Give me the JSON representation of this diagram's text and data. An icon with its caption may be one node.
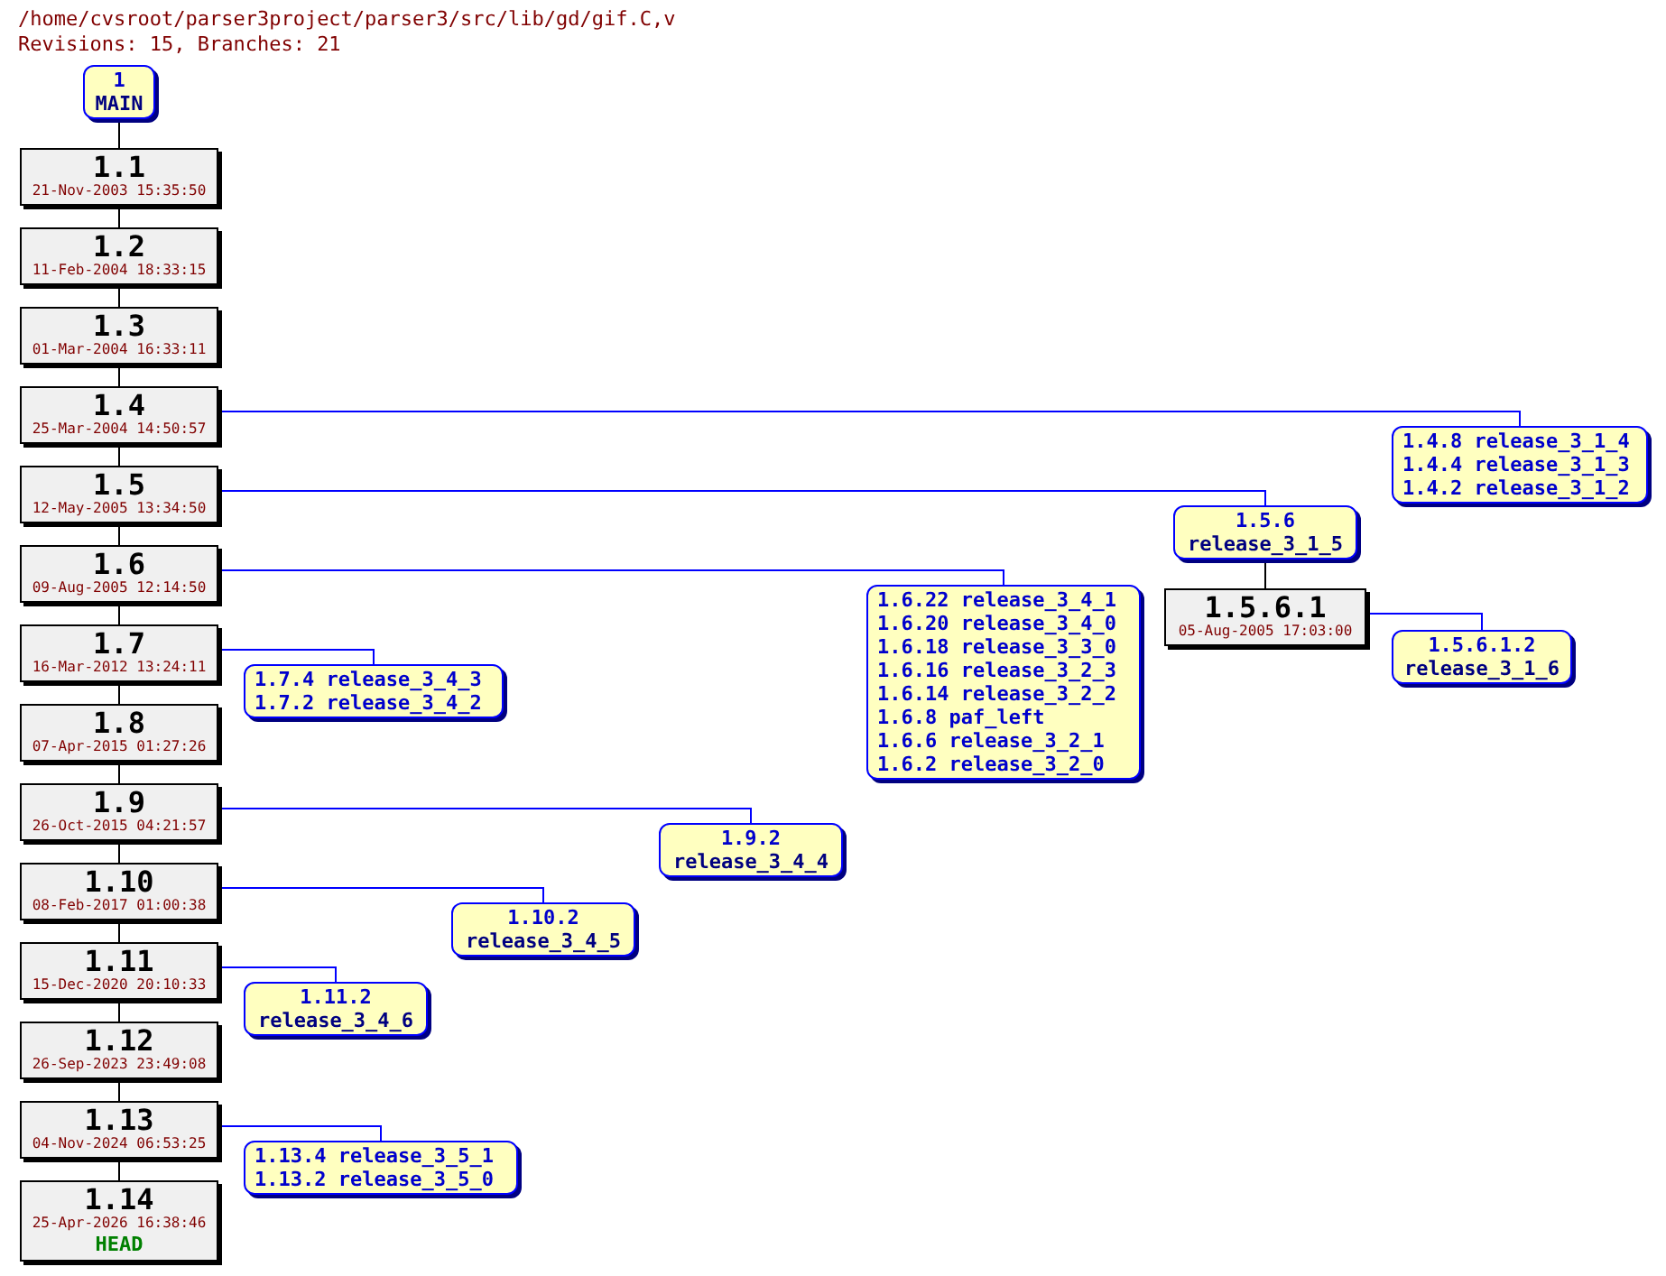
{
  "diagram": {
    "title": "/home/cvsroot/parser3project/parser3/src/lib/gd/gif.C,v",
    "labels": [
      "Revisions: 15, Branches: 21"
    ],
    "nodes": [
      {
        "text": [
          "1",
          "MAIN"
        ]
      },
      {
        "text": [
          "1.1",
          "21-Nov-2003 15:35:50"
        ]
      },
      {
        "text": [
          "1.2",
          "11-Feb-2004 18:33:15"
        ]
      },
      {
        "text": [
          "1.3",
          "01-Mar-2004 16:33:11"
        ]
      },
      {
        "text": [
          "1.4",
          "25-Mar-2004 14:50:57"
        ]
      },
      {
        "text": [
          "1.5",
          "12-May-2005 13:34:50"
        ]
      },
      {
        "text": [
          "1.6",
          "09-Aug-2005 12:14:50"
        ]
      },
      {
        "text": [
          "1.7",
          "16-Mar-2012 13:24:11"
        ]
      },
      {
        "text": [
          "1.8",
          "07-Apr-2015 01:27:26"
        ]
      },
      {
        "text": [
          "1.9",
          "26-Oct-2015 04:21:57"
        ]
      },
      {
        "text": [
          "1.10",
          "08-Feb-2017 01:00:38"
        ]
      },
      {
        "text": [
          "1.11",
          "15-Dec-2020 20:10:33"
        ]
      },
      {
        "text": [
          "1.12",
          "26-Sep-2023 23:49:08"
        ]
      },
      {
        "text": [
          "1.13",
          "04-Nov-2024 06:53:25"
        ]
      },
      {
        "text": [
          "1.14",
          "25-Apr-2026 16:38:46",
          "HEAD"
        ]
      },
      {
        "text": [
          "1.4.8 release_3_1_4",
          "1.4.4 release_3_1_3",
          "1.4.2 release_3_1_2"
        ]
      },
      {
        "text": [
          "1.5.6",
          "release_3_1_5"
        ]
      },
      {
        "text": [
          "1.5.6.1",
          "05-Aug-2005 17:03:00"
        ]
      },
      {
        "text": [
          "1.5.6.1.2",
          "release_3_1_6"
        ]
      },
      {
        "text": [
          "1.6.22 release_3_4_1",
          "1.6.20 release_3_4_0",
          "1.6.18 release_3_3_0",
          "1.6.16 release_3_2_3",
          "1.6.14 release_3_2_2",
          "1.6.8 paf_left",
          "1.6.6 release_3_2_1",
          "1.6.2 release_3_2_0"
        ]
      },
      {
        "text": [
          "1.7.4 release_3_4_3",
          "1.7.2 release_3_4_2"
        ]
      },
      {
        "text": [
          "1.9.2",
          "release_3_4_4"
        ]
      },
      {
        "text": [
          "1.10.2",
          "release_3_4_5"
        ]
      },
      {
        "text": [
          "1.11.2",
          "release_3_4_6"
        ]
      },
      {
        "text": [
          "1.13.4 release_3_5_1",
          "1.13.2 release_3_5_0"
        ]
      }
    ],
    "edges": [
      {
        "from": 0,
        "to": 1,
        "arrow": "none"
      },
      {
        "from": 1,
        "to": 2,
        "arrow": "none"
      },
      {
        "from": 2,
        "to": 3,
        "arrow": "none"
      },
      {
        "from": 3,
        "to": 4,
        "arrow": "none"
      },
      {
        "from": 4,
        "to": 5,
        "arrow": "none"
      },
      {
        "from": 5,
        "to": 6,
        "arrow": "none"
      },
      {
        "from": 6,
        "to": 7,
        "arrow": "none"
      },
      {
        "from": 7,
        "to": 8,
        "arrow": "none"
      },
      {
        "from": 8,
        "to": 9,
        "arrow": "none"
      },
      {
        "from": 9,
        "to": 10,
        "arrow": "none"
      },
      {
        "from": 10,
        "to": 11,
        "arrow": "none"
      },
      {
        "from": 11,
        "to": 12,
        "arrow": "none"
      },
      {
        "from": 12,
        "to": 13,
        "arrow": "none"
      },
      {
        "from": 13,
        "to": 14,
        "arrow": "none"
      },
      {
        "from": 4,
        "to": 15,
        "arrow": "none",
        "color": "#0000ff"
      },
      {
        "from": 5,
        "to": 16,
        "arrow": "none",
        "color": "#0000ff"
      },
      {
        "from": 16,
        "to": 17,
        "arrow": "none"
      },
      {
        "from": 17,
        "to": 18,
        "arrow": "none",
        "color": "#0000ff"
      },
      {
        "from": 6,
        "to": 19,
        "arrow": "none",
        "color": "#0000ff"
      },
      {
        "from": 7,
        "to": 20,
        "arrow": "none",
        "color": "#0000ff"
      },
      {
        "from": 9,
        "to": 21,
        "arrow": "none",
        "color": "#0000ff"
      },
      {
        "from": 10,
        "to": 22,
        "arrow": "none",
        "color": "#0000ff"
      },
      {
        "from": 11,
        "to": 23,
        "arrow": "none",
        "color": "#0000ff"
      },
      {
        "from": 13,
        "to": 24,
        "arrow": "none",
        "color": "#0000ff"
      }
    ]
  }
}
